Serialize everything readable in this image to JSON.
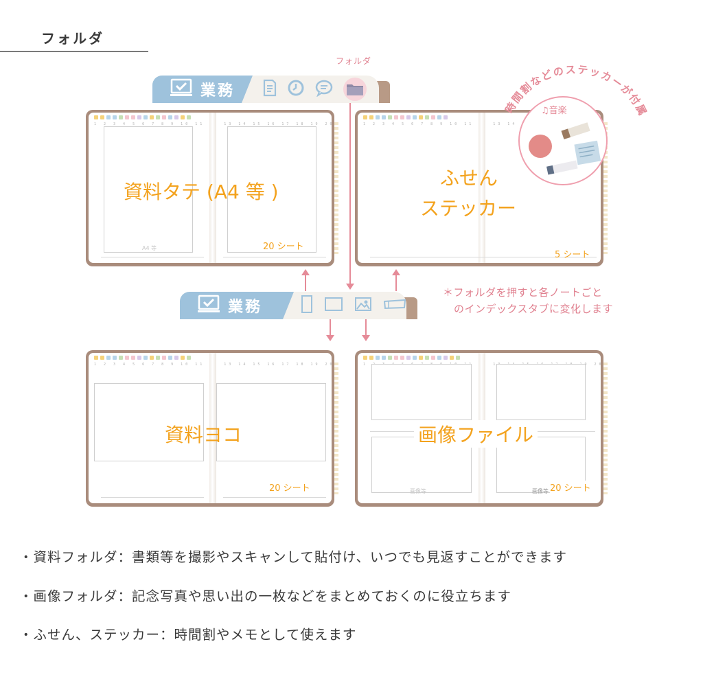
{
  "heading": {
    "title": "フォルダ"
  },
  "callout": {
    "folder": "フォルダ"
  },
  "tabs": {
    "label": "業務",
    "top_icons": [
      "monitor-check-icon",
      "document-icon",
      "clock-icon",
      "chat-bubble-icon",
      "folder-icon"
    ],
    "bottom_icons": [
      "monitor-check-icon",
      "portrait-page-icon",
      "landscape-page-icon",
      "image-file-icon",
      "sticky-note-icon"
    ]
  },
  "notebooks": [
    {
      "label": "資料タテ (A4 等 )",
      "count": "20 シート",
      "frame_caption": "A4 等"
    },
    {
      "label_line1": "ふせん",
      "label_line2": "ステッカー",
      "count": "5 シート"
    },
    {
      "label": "資料ヨコ",
      "count": "20 シート"
    },
    {
      "label": "画像ファイル",
      "count": "20 シート",
      "frame_caption": "画像等",
      "frame_caption_right": "画像等"
    }
  ],
  "badge": {
    "arc_text": "時間割などのステッカーが付属",
    "music": "♫音楽"
  },
  "note": {
    "line1": "＊フォルダを押すと各ノートごと",
    "line2": "のインデックスタブに変化します"
  },
  "bullets": [
    "・資料フォルダ：書類等を撮影やスキャンして貼付け、いつでも見返すことができます",
    "・画像フォルダ：記念写真や思い出の一枚などをまとめておくのに役立ちます",
    "・ふせん、ステッカー：時間割やメモとして使えます"
  ],
  "colors": {
    "tab_blue": "#9ec2dc",
    "label_orange": "#f3a21d",
    "arrow_pink": "#e58b98",
    "book_brown": "#a98c7c"
  }
}
